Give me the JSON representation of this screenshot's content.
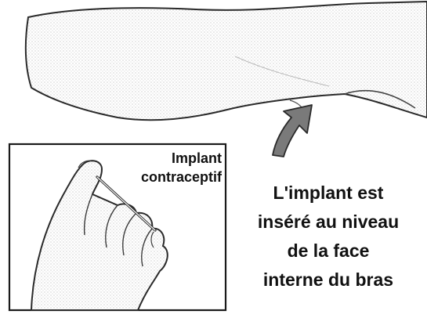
{
  "inset": {
    "label_lines": [
      "Implant",
      "contraceptif"
    ]
  },
  "caption": {
    "lines": [
      "L'implant est",
      "inséré au niveau",
      "de la face",
      "interne du bras"
    ]
  },
  "colors": {
    "ink": "#111111",
    "skin_stipple": "#cfcfcf",
    "arrow_fill": "#7a7a7a",
    "background": "#ffffff"
  }
}
